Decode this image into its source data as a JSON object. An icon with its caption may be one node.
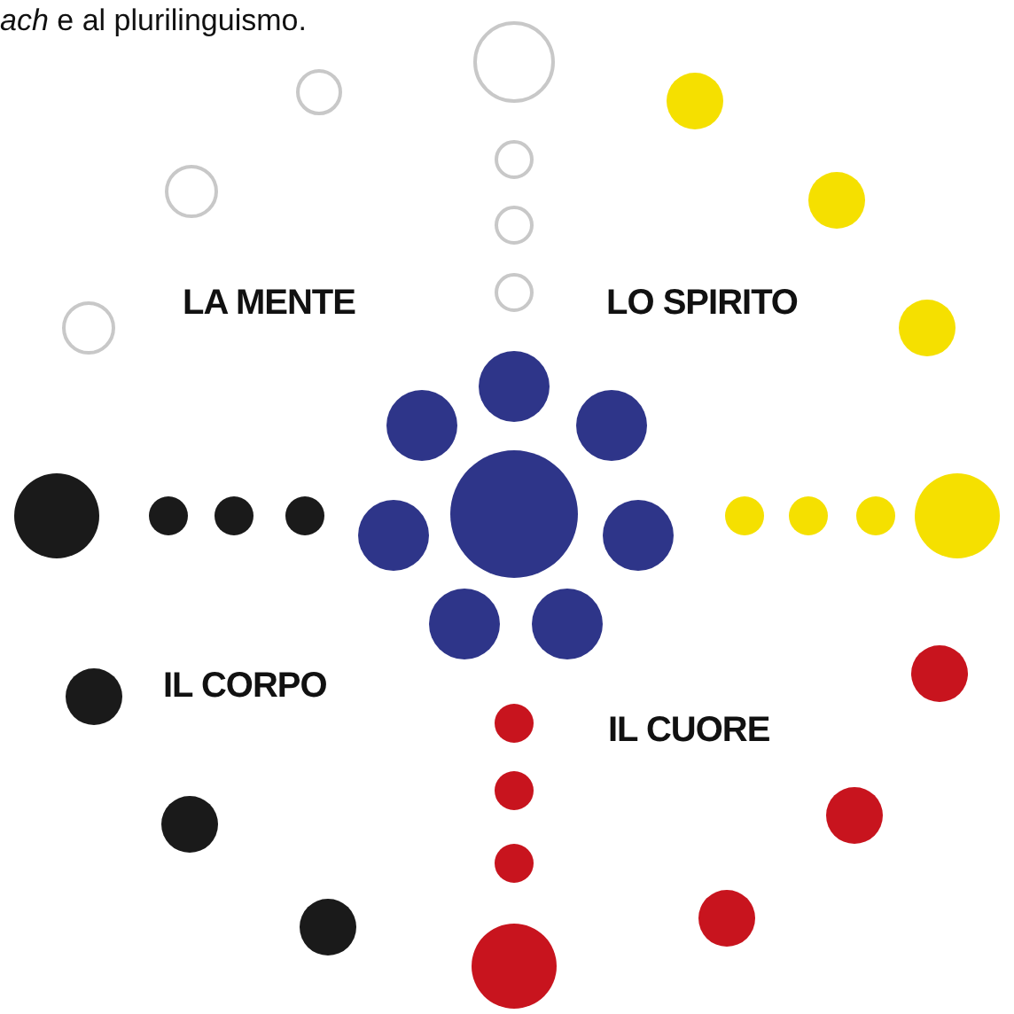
{
  "diagram": {
    "labels": [
      "*ach* e al plurilinguismo.",
      "LA MENTE",
      "LO SPIRITO",
      "IL CORPO",
      "IL CUORE"
    ]
  }
}
